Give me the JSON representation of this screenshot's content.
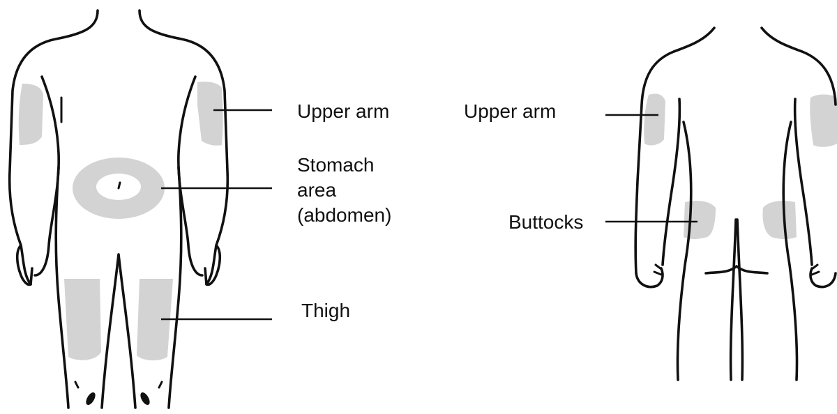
{
  "labels": {
    "front_upper_arm": "Upper arm",
    "stomach_line1": "Stomach",
    "stomach_line2": "area",
    "stomach_line3": "(abdomen)",
    "thigh": "Thigh",
    "back_upper_arm": "Upper arm",
    "buttocks": "Buttocks"
  },
  "colors": {
    "outline": "#111111",
    "injection_zone": "#d3d3d3",
    "background": "#ffffff"
  }
}
